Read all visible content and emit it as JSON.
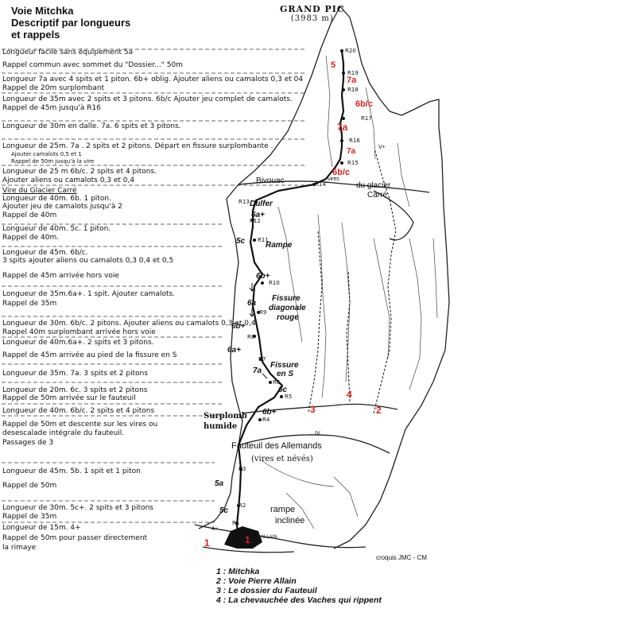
{
  "title": {
    "line1": "Voie Mitchka",
    "line2": "Descriptif par longueurs",
    "line3": "et rappels"
  },
  "summit": {
    "name": "GRAND PIC",
    "altitude": "(3983 m)"
  },
  "pitches": [
    "Longueur facile sans équipement 5a",
    "Rappel commun avec sommet du \"Dossier...\" 50m",
    "Longueur 7a avec 4 spits et 1 piton. 6b+ oblig. Ajouter aliens ou camalots 0,3 et 04",
    "Rappel de 20m surplombant",
    "Longueur de 35m avec 2 spits et 3 pitons. 6b/c Ajouter jeu complet de camalots.",
    "Rappel de 45m jusqu'à R16",
    "Longueur de 30m en dalle. 7a. 6 spits et 3 pitons.",
    "Longueur de 25m. 7a . 2 spits et 2 pitons. Départ en fissure surplombante .",
    "Ajouter camalots 0,5 et 1",
    "Rappel de 50m jusqu'à la vire",
    "Longueur de 25 m 6b/c. 2 spits et 4 pitons.",
    "Ajouter aliens ou camalots 0,3 et 0,4",
    "Vire du Glacier Carré",
    "Longueur de 40m. 6b. 1 piton.",
    "Ajouter jeu de camalots jusqu'à 2",
    "Rappel de 40m",
    "Longueur de 40m. 5c. 1 piton.",
    "Rappel de 40m.",
    "Longueur de 45m. 6b/c.",
    "3 spits ajouter aliens ou camalots 0,3  0,4 et 0,5",
    "Rappel de 45m arrivée hors voie",
    "Longueur de 35m.6a+. 1 spit. Ajouter camalots.",
    "Rappel de 35m",
    "Longueur de 30m. 6b/c. 2 pitons. Ajouter aliens ou camalots 0,3 et 0,4",
    "Rappel 40m surplombant arrivée hors voie",
    "Longueur de 40m.6a+. 2 spits et 3 pitons.",
    "Rappel de 45m arrivée au pied de la fissure en S",
    "Longueur de 35m. 7a. 3 spits et 2 pitons",
    "Longueur de 20m. 6c. 3 spits et 2 pitons",
    "Rappel de 50m arrivée sur le fauteuil",
    "Longueur de 40m. 6b/c. 2 spits et 4 pitons",
    "Rappel de 50m et descente sur les vires ou",
    "desescalade intégrale du fauteuil.",
    "Passages de 3",
    "Longueur de 45m. 5b. 1 spit et 1 piton",
    "Rappel de 50m",
    "Longueur de 30m. 5c+. 2 spits et 3 pitons",
    "Rappel de 35m",
    "Longueur de 15m. 4+",
    "Rappel de 50m pour passer directement",
    "la rimaye"
  ],
  "features": {
    "bivouac": "Bivouac",
    "vires": "vires",
    "glacier_line1": "du glacier",
    "glacier_line2": "Carré",
    "dulfer": "Dulfer",
    "rampe": "Rampe",
    "fissure_diag_1": "Fissure",
    "fissure_diag_2": "diagonale",
    "fissure_diag_3": "rouge",
    "fissure_s_1": "Fissure",
    "fissure_s_2": "en S",
    "surplomb_1": "Surplomb",
    "surplomb_2": "humide",
    "fauteuil": "Fauteuil des Allemands",
    "vires_neves": "(vires et névés)",
    "rampe_inclinee_1": "rampe",
    "rampe_inclinee_2": "inclinée",
    "allain": "ALLAIN",
    "route_iv": "IV",
    "route_v": "V+"
  },
  "grades": [
    {
      "text": "5",
      "red": true
    },
    {
      "text": "7a",
      "red": true
    },
    {
      "text": "6b/c",
      "red": true
    },
    {
      "text": "7a",
      "red": true
    },
    {
      "text": "7a",
      "red": true
    },
    {
      "text": "6b/c",
      "red": true
    },
    {
      "text": "6a+",
      "red": false
    },
    {
      "text": "5c",
      "red": false
    },
    {
      "text": "6b+",
      "red": false
    },
    {
      "text": "6a",
      "red": false
    },
    {
      "text": "6b+",
      "red": false
    },
    {
      "text": "6a+",
      "red": false
    },
    {
      "text": "7a",
      "red": false
    },
    {
      "text": "6c",
      "red": false
    },
    {
      "text": "6b+",
      "red": false
    },
    {
      "text": "5a",
      "red": false
    },
    {
      "text": "5c",
      "red": false
    },
    {
      "text": "4+",
      "red": false
    }
  ],
  "relays": [
    "R20",
    "R19",
    "R18",
    "R17",
    "R16",
    "R15",
    "R14",
    "R13",
    "R12",
    "R11",
    "R10",
    "R9",
    "R8",
    "R7",
    "R6",
    "R5",
    "R4",
    "R3",
    "R2",
    "R1"
  ],
  "route_numbers": [
    "1",
    "2",
    "3",
    "4",
    "5"
  ],
  "legend": [
    "1 : Mitchka",
    "2 : Voie Pierre Allain",
    "3 : Le dossier du Fauteuil",
    "4 : La chevauchée des Vaches qui rippent"
  ],
  "credit": "croquis JMC - CM"
}
